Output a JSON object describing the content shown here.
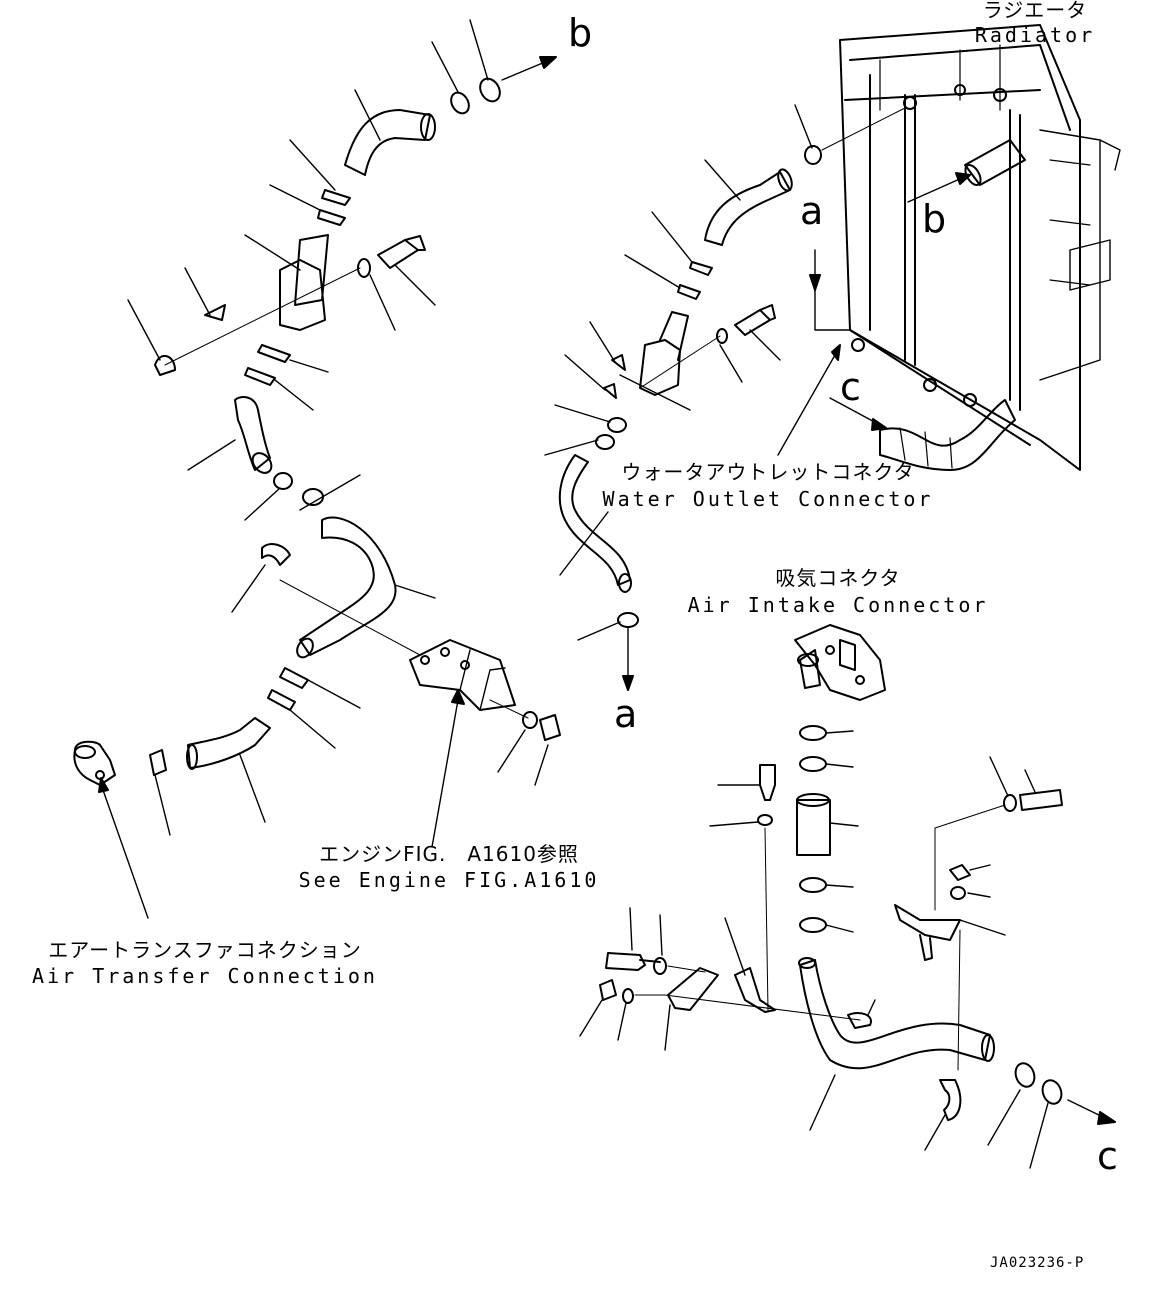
{
  "labels": {
    "radiator_jp": "ラジエータ",
    "radiator_en": "Radiator",
    "water_outlet_jp": "ウォータアウトレットコネクタ",
    "water_outlet_en": "Water Outlet Connector",
    "air_intake_jp": "吸気コネクタ",
    "air_intake_en": "Air Intake Connector",
    "engine_ref_jp": "エンジンFIG.　A1610参照",
    "engine_ref_en": "See Engine FIG.A1610",
    "air_transfer_jp": "エアートランスファコネクション",
    "air_transfer_en": "Air Transfer Connection"
  },
  "ref_letters": {
    "b_top": "b",
    "b_radiator": "b",
    "a_radiator": "a",
    "a_bottom": "a",
    "c_radiator": "c",
    "c_bottom": "c"
  },
  "drawing_code": "JA023236-P"
}
